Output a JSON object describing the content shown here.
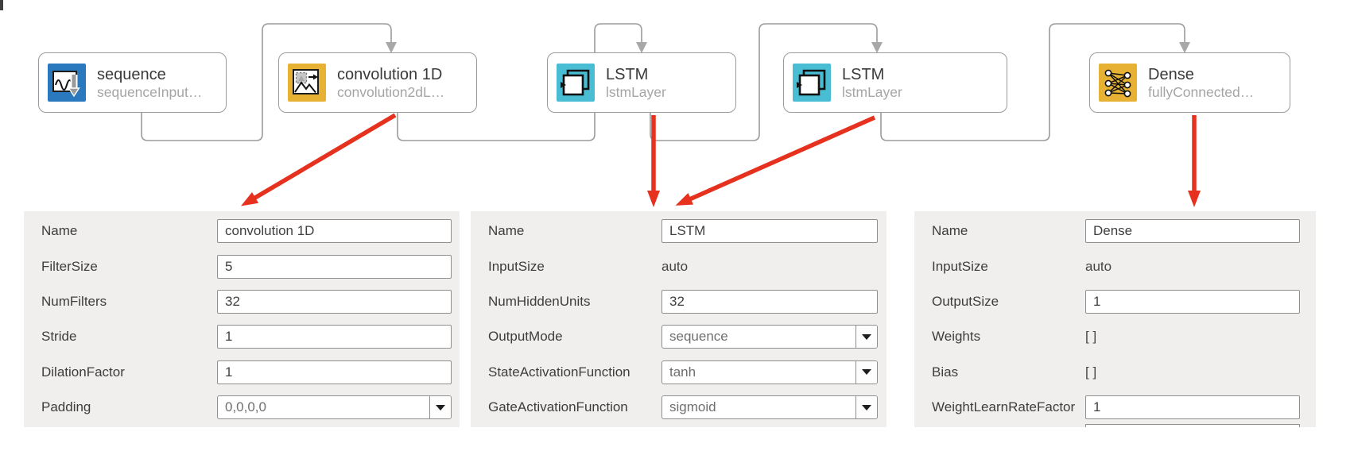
{
  "app": "network layer diagram with layer property panels",
  "colors": {
    "block_blue": "#2a79be",
    "block_teal": "#49bdd3",
    "block_gold": "#e7b233",
    "connector_gray": "#9b9b9b",
    "arrowhead_gray": "#a8a8a8",
    "red_arrow": "#e6311e",
    "panel_bg": "#f0efed"
  },
  "blocks": [
    {
      "title": "sequence",
      "subtitle": "sequenceInput…",
      "icon": "sequence-input-icon",
      "color": "#2a79be"
    },
    {
      "title": "convolution 1D",
      "subtitle": "convolution2dL…",
      "icon": "convolution-icon",
      "color": "#e7b233"
    },
    {
      "title": "LSTM",
      "subtitle": "lstmLayer",
      "icon": "lstm-icon",
      "color": "#49bdd3"
    },
    {
      "title": "LSTM",
      "subtitle": "lstmLayer",
      "icon": "lstm-icon",
      "color": "#49bdd3"
    },
    {
      "title": "Dense",
      "subtitle": "fullyConnected…",
      "icon": "fully-connected-icon",
      "color": "#e7b233"
    }
  ],
  "panels": [
    {
      "for_layer": "convolution 1D",
      "rows": [
        {
          "label": "Name",
          "value": "convolution 1D",
          "type": "input"
        },
        {
          "label": "FilterSize",
          "value": "5",
          "type": "input"
        },
        {
          "label": "NumFilters",
          "value": "32",
          "type": "input"
        },
        {
          "label": "Stride",
          "value": "1",
          "type": "input"
        },
        {
          "label": "DilationFactor",
          "value": "1",
          "type": "input"
        },
        {
          "label": "Padding",
          "value": "0,0,0,0",
          "type": "combo"
        }
      ]
    },
    {
      "for_layer": "LSTM",
      "rows": [
        {
          "label": "Name",
          "value": "LSTM",
          "type": "input"
        },
        {
          "label": "InputSize",
          "value": "auto",
          "type": "text"
        },
        {
          "label": "NumHiddenUnits",
          "value": "32",
          "type": "input"
        },
        {
          "label": "OutputMode",
          "value": "sequence",
          "type": "combo"
        },
        {
          "label": "StateActivationFunction",
          "value": "tanh",
          "type": "combo"
        },
        {
          "label": "GateActivationFunction",
          "value": "sigmoid",
          "type": "combo"
        }
      ]
    },
    {
      "for_layer": "Dense",
      "rows": [
        {
          "label": "Name",
          "value": "Dense",
          "type": "input"
        },
        {
          "label": "InputSize",
          "value": "auto",
          "type": "text"
        },
        {
          "label": "OutputSize",
          "value": "1",
          "type": "input"
        },
        {
          "label": "Weights",
          "value": "[ ]",
          "type": "text"
        },
        {
          "label": "Bias",
          "value": "[ ]",
          "type": "text"
        },
        {
          "label": "WeightLearnRateFactor",
          "value": "1",
          "type": "input"
        }
      ]
    }
  ]
}
